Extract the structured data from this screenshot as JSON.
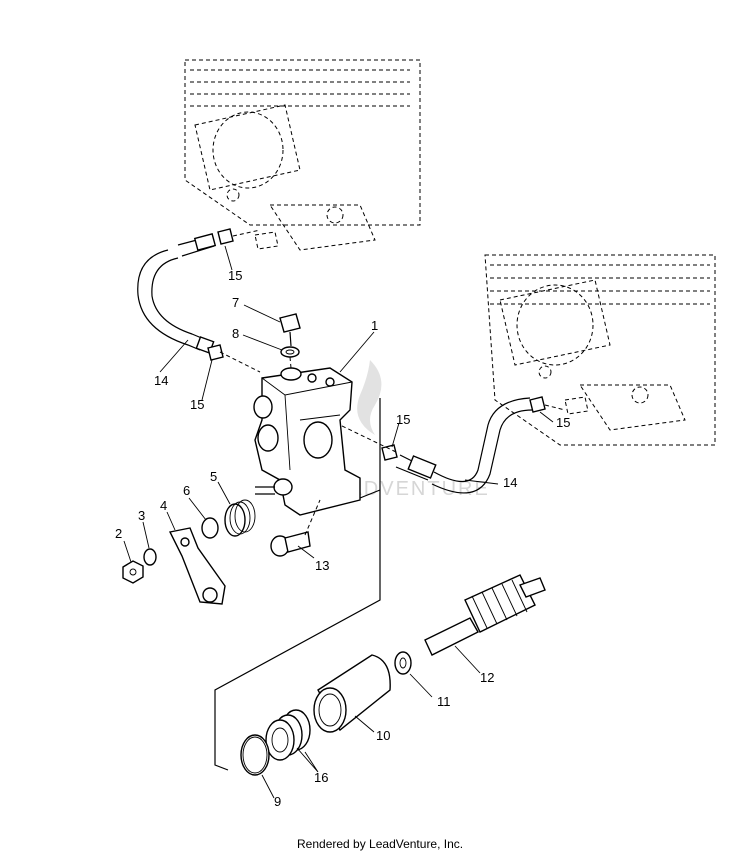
{
  "diagram": {
    "callouts": [
      "1",
      "2",
      "3",
      "4",
      "5",
      "6",
      "7",
      "8",
      "9",
      "10",
      "11",
      "12",
      "13",
      "14",
      "14",
      "15",
      "15",
      "15",
      "15",
      "16"
    ],
    "watermark": "LEADVENTURE",
    "footer_credit": "Rendered by LeadVenture, Inc."
  }
}
